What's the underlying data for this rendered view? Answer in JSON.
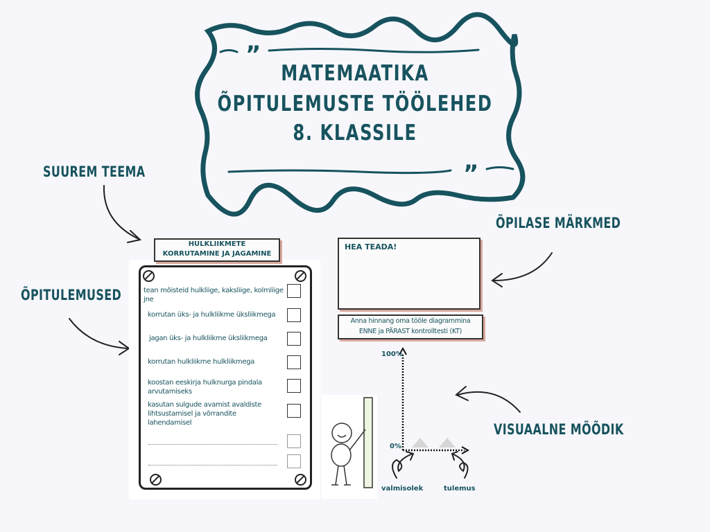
{
  "title": {
    "lines": [
      "MATEMAATIKA",
      "ÕPITULEMUSTE TÖÖLEHED",
      "8. KLASSILE"
    ]
  },
  "annotations": {
    "big_topic": "SUUREM TEEMA",
    "learning_outcomes": "ÕPITULEMUSED",
    "student_notes": "ÕPILASE MÄRKMED",
    "visual_meter": "VISUAALNE MÕÕDIK"
  },
  "worksheet": {
    "topic_line1": "HULKLIIKMETE",
    "topic_line2": "KORRUTAMINE JA JAGAMINE",
    "items": [
      "tean mõisteid hulkliige, kaksliige, kolmliige jne",
      "korrutan üks- ja hulkliikme üksliikmega",
      "jagan üks- ja hulkliikme üksliikmega",
      "korrutan hulkliikme hulkliikmega",
      "koostan eeskirja hulknurga pindala arvutamiseks",
      "kasutan sulgude avamist avaldiste lihtsustamisel ja võrrandite lahendamisel"
    ]
  },
  "notes": {
    "heading": "HEA TEADA!"
  },
  "instruction": {
    "line1": "Anna hinnang oma tööle diagrammina",
    "line2": "ENNE ja PÄRAST kontrolltesti (KT)"
  },
  "meter": {
    "y_max_label": "100%",
    "y_min_label": "0%",
    "bars": [
      "valmisolek",
      "tulemus"
    ]
  },
  "colors": {
    "text": "#17535e",
    "background": "#f7f7fb",
    "shadow": "#d9a89c"
  }
}
